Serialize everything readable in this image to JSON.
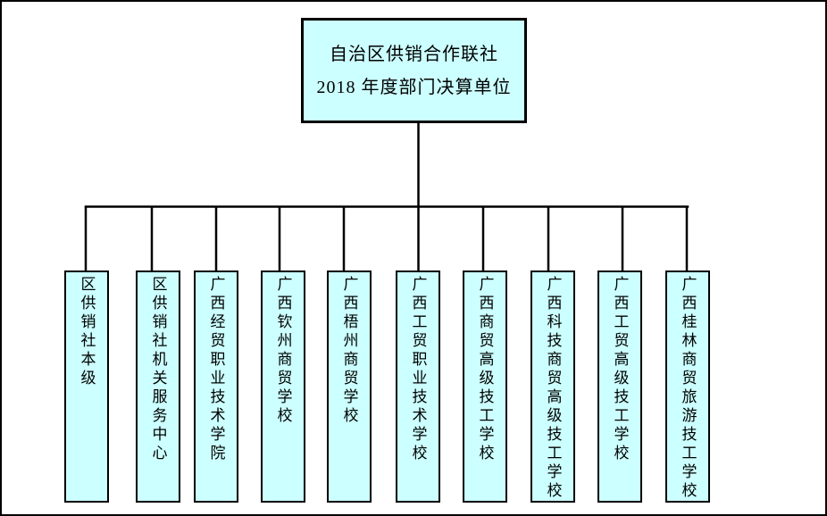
{
  "root": {
    "line1": "自治区供销合作联社",
    "line2": "2018 年度部门决算单位"
  },
  "children": [
    {
      "label": "区供销社本级"
    },
    {
      "label": "区供销社机关服务中心"
    },
    {
      "label": "广西经贸职业技术学院"
    },
    {
      "label": "广西钦州商贸学校"
    },
    {
      "label": "广西梧州商贸学校"
    },
    {
      "label": "广西工贸职业技术学校"
    },
    {
      "label": "广西商贸高级技工学校"
    },
    {
      "label": "广西科技商贸高级技工学校"
    },
    {
      "label": "广西工贸高级技工学校"
    },
    {
      "label": "广西桂林商贸旅游技工学校"
    }
  ],
  "colors": {
    "box_fill": "#CCFFFF",
    "box_border": "#000000",
    "connector": "#000000",
    "canvas_background": "#FFFFFF",
    "text": "#000000"
  }
}
